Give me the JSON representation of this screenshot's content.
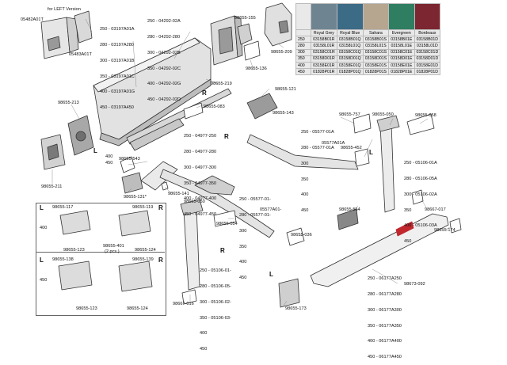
{
  "fabric_table": {
    "columns": [
      "Royal Grey",
      "Royal Blue",
      "Sahara",
      "Evergreen",
      "Bordeaux"
    ],
    "swatch_colors": [
      "#6f8491",
      "#3c6b86",
      "#b6a68f",
      "#2f7e62",
      "#7b2630"
    ],
    "rows": [
      {
        "size": "250",
        "codes": [
          "03158B01R",
          "03158B01Q",
          "03158B01S",
          "03158B01E",
          "03158B01D"
        ]
      },
      {
        "size": "280",
        "codes": [
          "03158L01R",
          "03158L01Q",
          "03158L01S",
          "03158L01E",
          "03158L01D"
        ]
      },
      {
        "size": "300",
        "codes": [
          "03158C01R",
          "03158C01Q",
          "03158C01S",
          "03158C01E",
          "03158C01D"
        ]
      },
      {
        "size": "350",
        "codes": [
          "03158D01R",
          "03158D01Q",
          "03158D01S",
          "03158D01E",
          "03158D01D"
        ]
      },
      {
        "size": "400",
        "codes": [
          "03158E01R",
          "03158E01Q",
          "03158E01S",
          "03158E01E",
          "03158E01D"
        ]
      },
      {
        "size": "450",
        "codes": [
          "01828P01R",
          "01828P01Q",
          "01828P01S",
          "01828P01E",
          "01828P01D"
        ]
      }
    ]
  },
  "labels": {
    "left_version": "for LEFT Version",
    "p05482A01T": "05482A01T",
    "p05483A01T": "05483A01T",
    "case_list": [
      "250 - 03197A01A",
      "280 - 03197A280",
      "300 - 03197A01B",
      "350 - 03197A01C",
      "400 - 03197A01G",
      "450 - 03197A450"
    ],
    "profile_list": [
      "250 - 04292-02A",
      "280 - 04292-280",
      "300 - 04292-02B",
      "350 - 04292-02C",
      "400 - 04292-02G",
      "450 - 04292-02D"
    ],
    "p98655_155": "98655-155",
    "p98655_209": "98655-209",
    "p98655_136": "98655-136",
    "p98655_219": "98655-219",
    "p98655_213": "98655-213",
    "p98655_121": "98655-121",
    "p98655_083": "98655-083",
    "p98655_143": "98655-143",
    "rod_list": [
      "250 - 04977-250",
      "280 - 04977-280",
      "300 - 04977-300",
      "350 - 04977-350",
      "400 - 04977-400",
      "450 - 04977-450"
    ],
    "arm_list": [
      "250 - 05577-01A",
      "280 - 05577-01A",
      "300",
      "350",
      "400",
      "450"
    ],
    "arm_part": "05577A01A",
    "p98655_757": "98655-757",
    "p98655_452": "98655-452",
    "p98655_050_a": "98655-050",
    "p98655_058": "98655-058",
    "leg_list": [
      "250 - 05106-01A",
      "280 - 05106-05A",
      "300 - 05106-02A",
      "350",
      "400 - 05106-03A",
      "450"
    ],
    "size_400": "400",
    "size_450": "450",
    "p98655_543": "98655-543",
    "p98655_211": "98655-211",
    "p98655_131": "98655-131*",
    "p98655_141": "98655-141",
    "arm2_list": [
      "250 - 05577-01-",
      "280 - 05577-01-",
      "300",
      "350",
      "400",
      "450"
    ],
    "arm2_part": "05577A01-",
    "p98655_554": "98655-554",
    "p98667_017": "98667-017",
    "p98655_174": "98655-174",
    "p98655_050_b": "98655-050",
    "p98655_054": "98655-054",
    "p98655_036": "98655-036",
    "leg2_list": [
      "250 - 05106-01-",
      "280 - 05106-05-",
      "300 - 05106-02-",
      "350 - 05106-03-",
      "400",
      "450"
    ],
    "p98667_016": "98667-016",
    "p98655_173": "98655-173",
    "front_list": [
      "250 - 06177A250",
      "280 - 06177A280",
      "300 - 06177A300",
      "350 - 06177A350",
      "400 - 06177A400",
      "450 - 06177A450"
    ],
    "p98673_092": "98673-092",
    "p98655_117": "98655-117",
    "p98655_119": "98655-119",
    "p98655_123_a": "98655-123",
    "p98655_401": "98655-401",
    "two_pcs": "(2 pcs.)",
    "p98655_124_a": "98655-124",
    "p98655_138": "98655-138",
    "p98655_139": "98655-139",
    "p98655_123_b": "98655-123",
    "p98655_124_b": "98655-124",
    "L": "L",
    "R": "R"
  }
}
